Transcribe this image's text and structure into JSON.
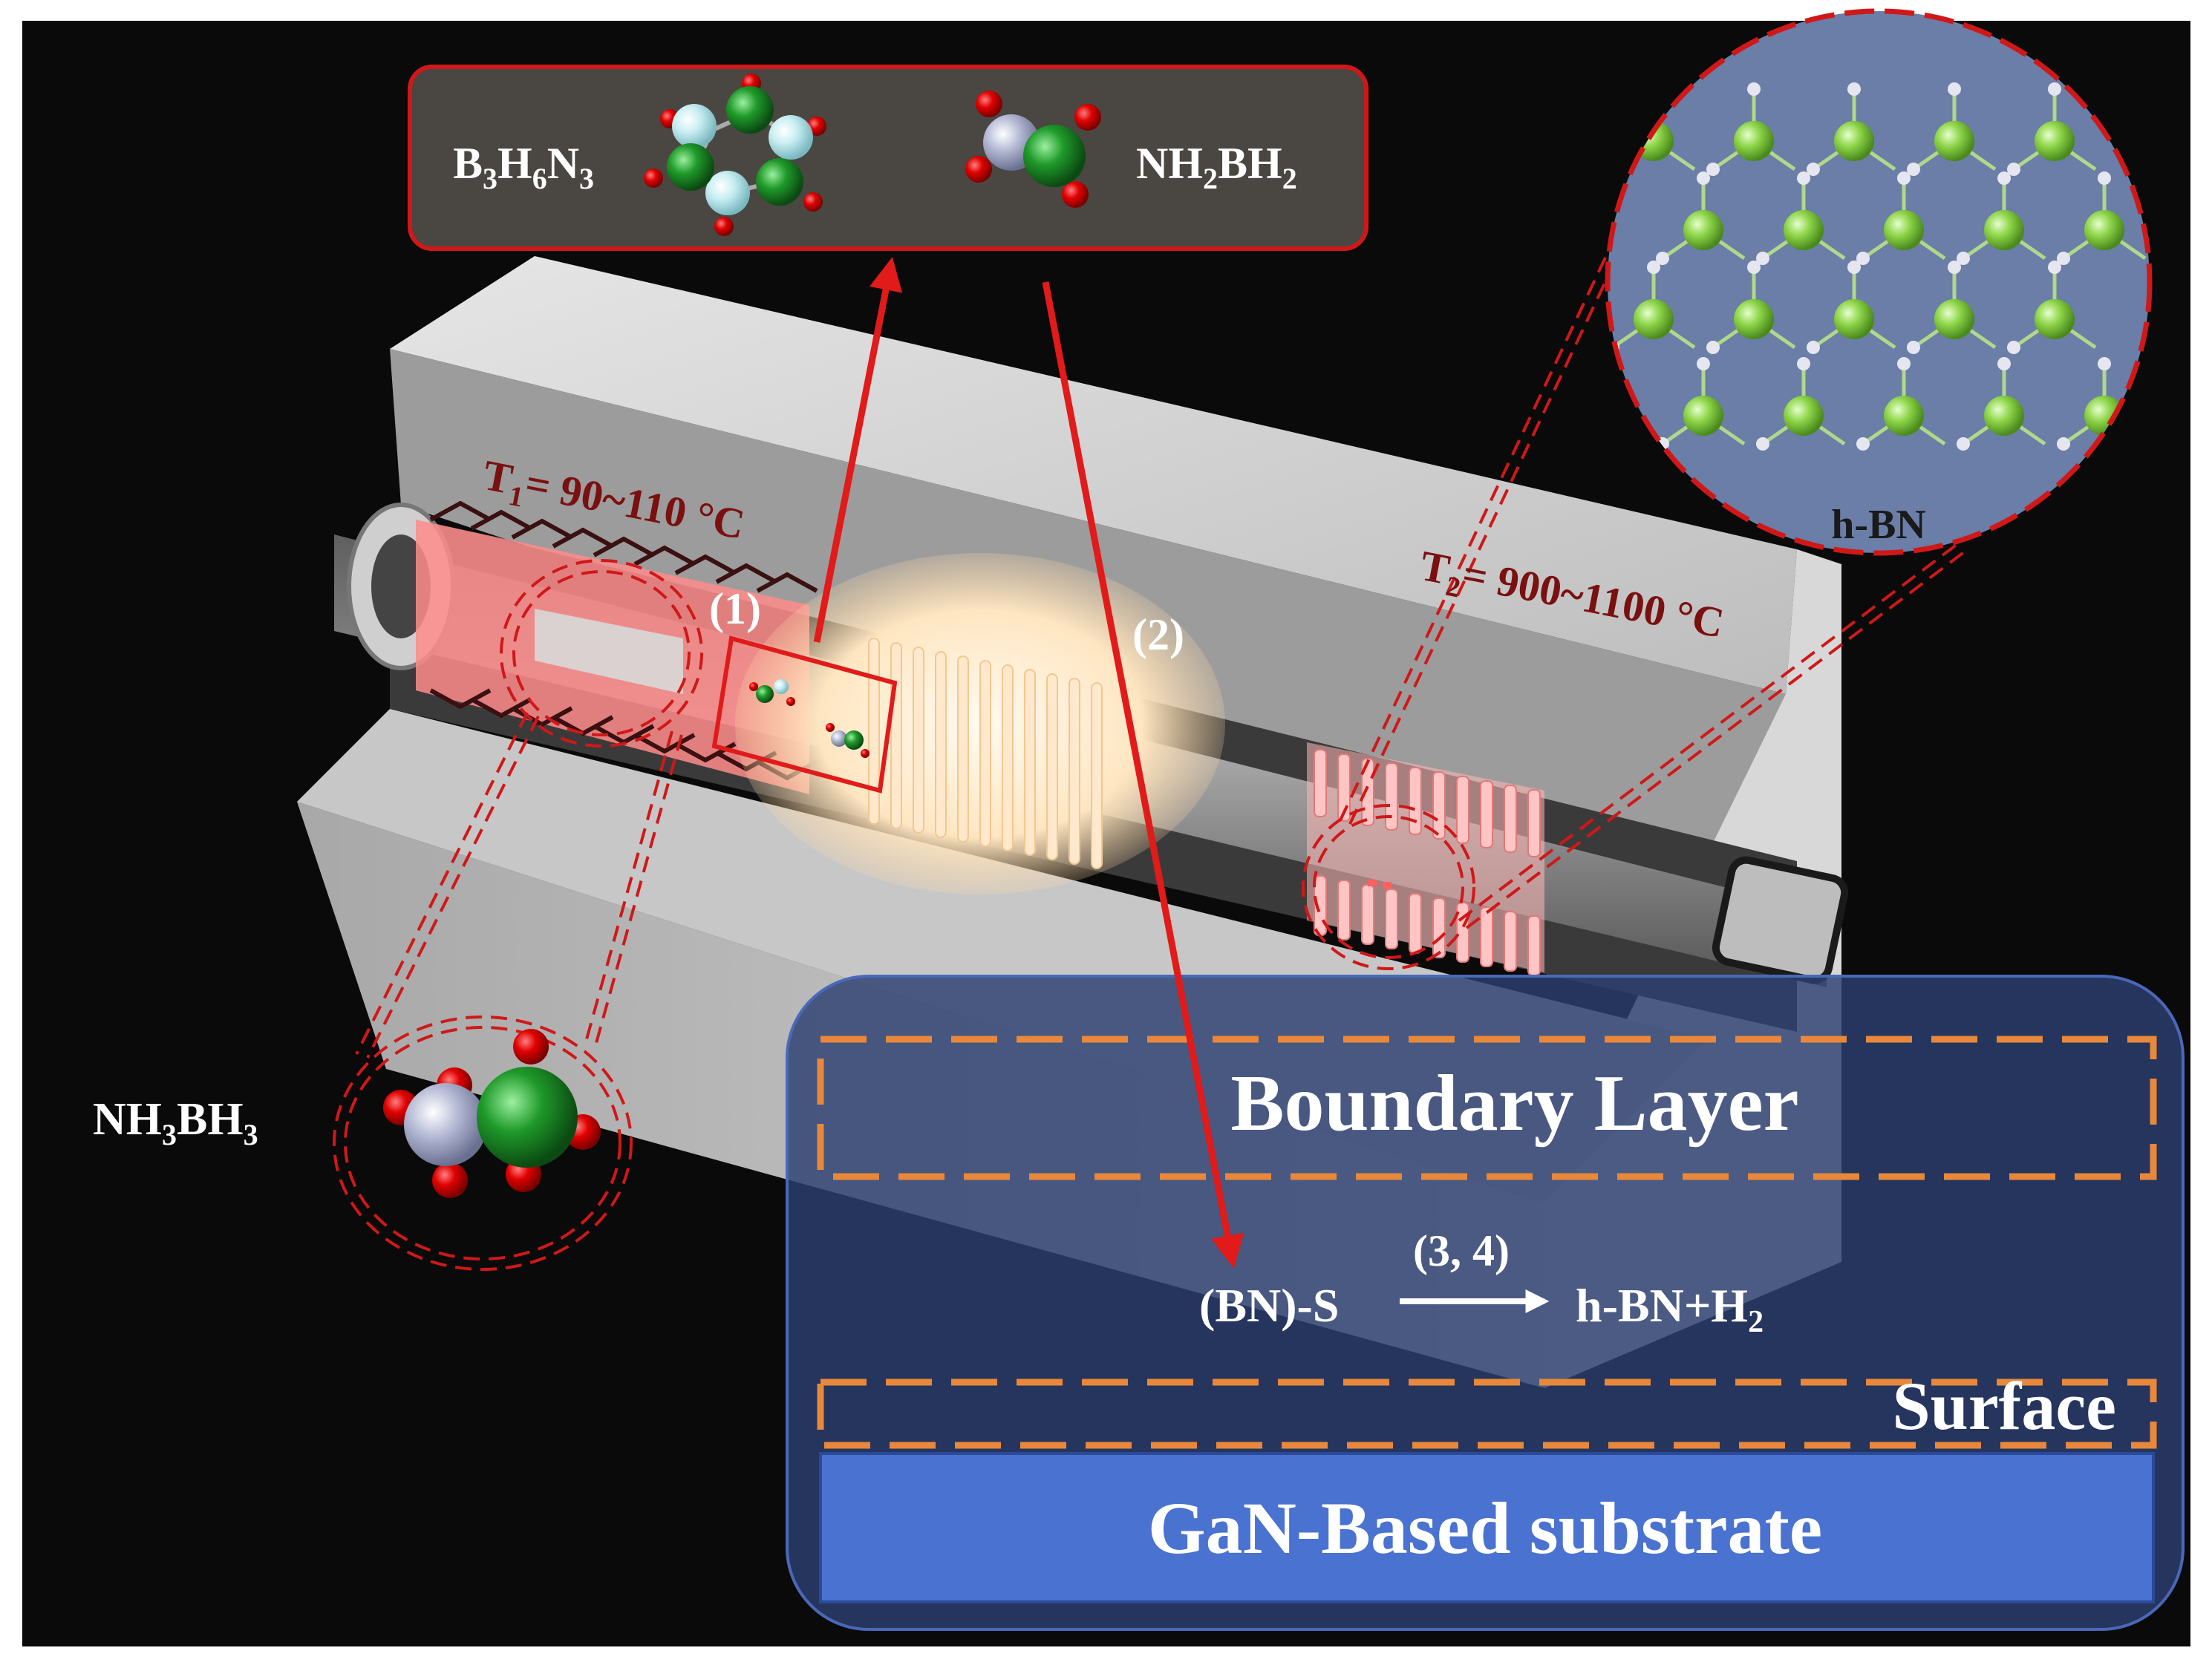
{
  "colors": {
    "background": "#0a0a0a",
    "furnace": "#c9c9c9",
    "heater_t1": "#ff8c8c",
    "heater_glow": "#fff1da",
    "heater_t2": "#ffb8b8",
    "temp_label": "#7a1010",
    "arrow": "#e11a1a",
    "dashed_circle": "#d01818",
    "panel": "#2c3f72",
    "panel_border": "#4a68b8",
    "boundary_dash": "#e8883a",
    "substrate": "#4a72d0",
    "hbn_disc": "#6a7ea8",
    "boron_atom": "#9bd84a",
    "nitrogen_atom": "#e6e6f0",
    "molecule_h": "#e00000",
    "molecule_b": "#1f9a2a",
    "molecule_n": "#b6bcd6",
    "callout_bg": "#4a4642"
  },
  "labels": {
    "b3h6n3": {
      "main": "B",
      "s1": "3",
      "m2": "H",
      "s2": "6",
      "m3": "N",
      "s3": "3"
    },
    "nh2bh2": {
      "main": "NH",
      "s1": "2",
      "m2": "BH",
      "s2": "2"
    },
    "nh3bh3": {
      "main": "NH",
      "s1": "3",
      "m2": "BH",
      "s2": "3"
    },
    "t1": {
      "main": "T",
      "sub": "1",
      "rest": "= 90~110 °C"
    },
    "t2": {
      "main": "T",
      "sub": "2",
      "rest": "= 900~1100 °C"
    },
    "step1": "(1)",
    "step2": "(2)",
    "hbn": "h-BN",
    "boundary_layer": "Boundary Layer",
    "reaction_left": "(BN)-S",
    "reaction_step": "(3, 4)",
    "reaction_right_main": "h-BN+H",
    "reaction_right_sub": "2",
    "surface": "Surface",
    "substrate": "GaN-Based substrate"
  }
}
